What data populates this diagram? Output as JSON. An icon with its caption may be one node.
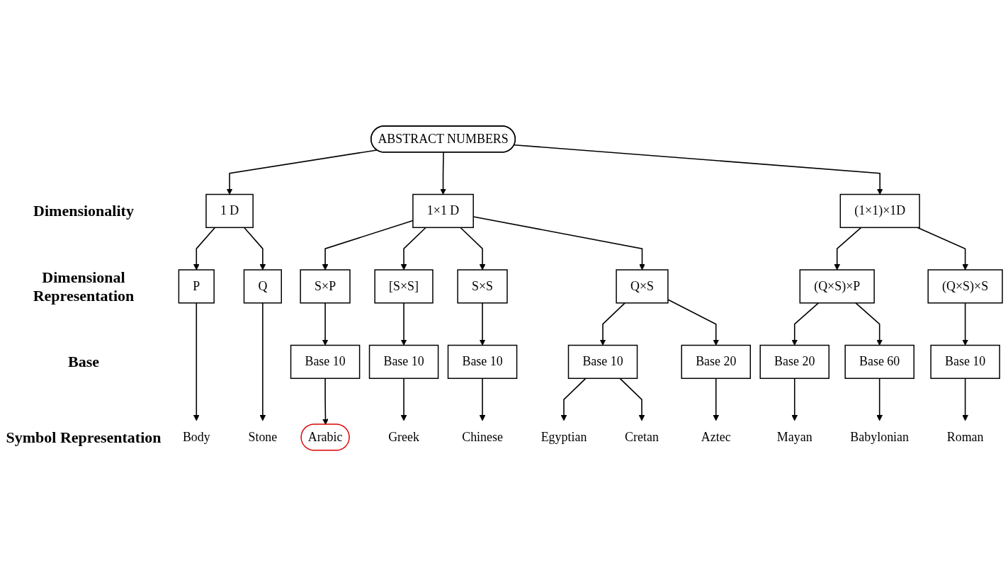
{
  "diagram": {
    "nodes": [
      {
        "text": [
          "ABSTRACT NUMBERS"
        ]
      },
      {
        "text": [
          "1 D"
        ]
      },
      {
        "text": [
          "1×1 D"
        ]
      },
      {
        "text": [
          "(1×1)×1D"
        ]
      },
      {
        "text": [
          "P"
        ]
      },
      {
        "text": [
          "Q"
        ]
      },
      {
        "text": [
          "S×P"
        ]
      },
      {
        "text": [
          "[S×S]"
        ]
      },
      {
        "text": [
          "S×S"
        ]
      },
      {
        "text": [
          "Q×S"
        ]
      },
      {
        "text": [
          "(Q×S)×P"
        ]
      },
      {
        "text": [
          "(Q×S)×S"
        ]
      },
      {
        "text": [
          "Base 10"
        ]
      },
      {
        "text": [
          "Base 10"
        ]
      },
      {
        "text": [
          "Base 10"
        ]
      },
      {
        "text": [
          "Base 10"
        ]
      },
      {
        "text": [
          "Base 20"
        ]
      },
      {
        "text": [
          "Base 20"
        ]
      },
      {
        "text": [
          "Base 60"
        ]
      },
      {
        "text": [
          "Base 10"
        ]
      },
      {
        "text": [
          "Body"
        ]
      },
      {
        "text": [
          "Stone"
        ]
      },
      {
        "text": [
          "Arabic"
        ]
      },
      {
        "text": [
          "Greek"
        ]
      },
      {
        "text": [
          "Chinese"
        ]
      },
      {
        "text": [
          "Egyptian"
        ]
      },
      {
        "text": [
          "Cretan"
        ]
      },
      {
        "text": [
          "Aztec"
        ]
      },
      {
        "text": [
          "Mayan"
        ]
      },
      {
        "text": [
          "Babylonian"
        ]
      },
      {
        "text": [
          "Roman"
        ]
      }
    ],
    "edges": [
      {
        "from": 0,
        "to": 1,
        "arrow": "to"
      },
      {
        "from": 0,
        "to": 2,
        "arrow": "to"
      },
      {
        "from": 0,
        "to": 3,
        "arrow": "to"
      },
      {
        "from": 1,
        "to": 4,
        "arrow": "to"
      },
      {
        "from": 1,
        "to": 5,
        "arrow": "to"
      },
      {
        "from": 2,
        "to": 6,
        "arrow": "to"
      },
      {
        "from": 2,
        "to": 7,
        "arrow": "to"
      },
      {
        "from": 2,
        "to": 8,
        "arrow": "to"
      },
      {
        "from": 2,
        "to": 9,
        "arrow": "to"
      },
      {
        "from": 3,
        "to": 10,
        "arrow": "to"
      },
      {
        "from": 3,
        "to": 11,
        "arrow": "to"
      },
      {
        "from": 4,
        "to": 20,
        "arrow": "to"
      },
      {
        "from": 5,
        "to": 21,
        "arrow": "to"
      },
      {
        "from": 6,
        "to": 12,
        "arrow": "to"
      },
      {
        "from": 7,
        "to": 13,
        "arrow": "to"
      },
      {
        "from": 8,
        "to": 14,
        "arrow": "to"
      },
      {
        "from": 9,
        "to": 15,
        "arrow": "to"
      },
      {
        "from": 9,
        "to": 16,
        "arrow": "to"
      },
      {
        "from": 10,
        "to": 17,
        "arrow": "to"
      },
      {
        "from": 10,
        "to": 18,
        "arrow": "to"
      },
      {
        "from": 11,
        "to": 19,
        "arrow": "to"
      },
      {
        "from": 12,
        "to": 22,
        "arrow": "to"
      },
      {
        "from": 13,
        "to": 23,
        "arrow": "to"
      },
      {
        "from": 14,
        "to": 24,
        "arrow": "to"
      },
      {
        "from": 15,
        "to": 25,
        "arrow": "to"
      },
      {
        "from": 15,
        "to": 26,
        "arrow": "to"
      },
      {
        "from": 16,
        "to": 27,
        "arrow": "to"
      },
      {
        "from": 17,
        "to": 28,
        "arrow": "to"
      },
      {
        "from": 18,
        "to": 29,
        "arrow": "to"
      },
      {
        "from": 19,
        "to": 30,
        "arrow": "to"
      }
    ],
    "labels": [
      "Dimensionality",
      "Dimensional Representation",
      "Base",
      "Symbol Representation"
    ]
  }
}
